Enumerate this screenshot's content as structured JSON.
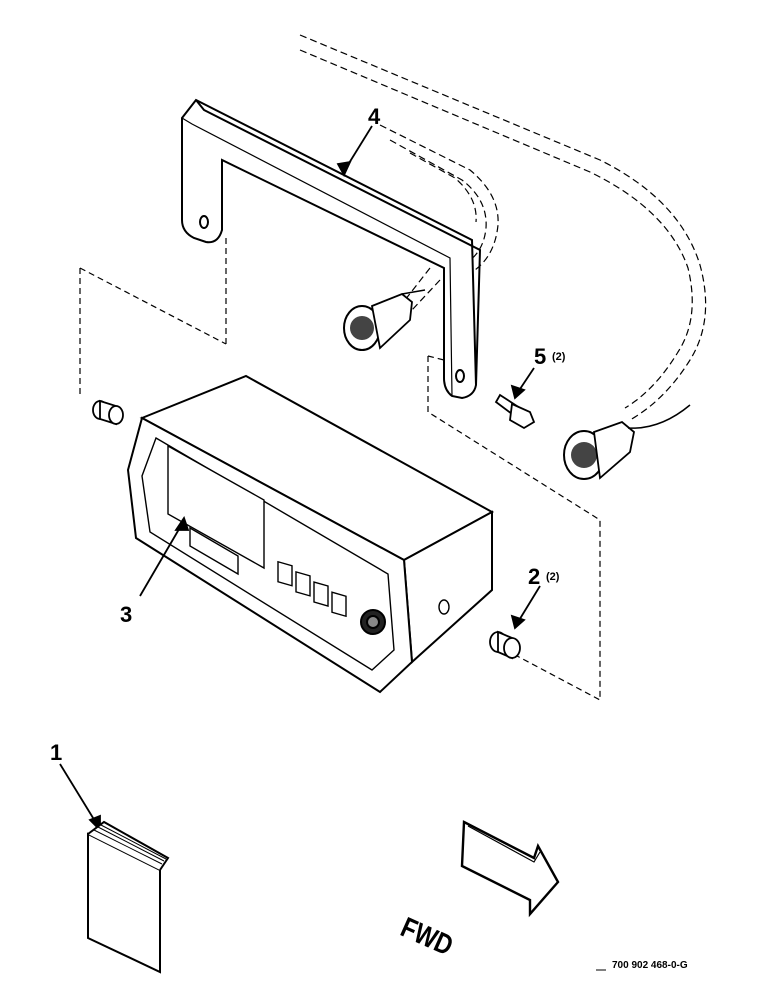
{
  "callouts": {
    "item1": "1",
    "item2": "2",
    "item2_qty": "(2)",
    "item3": "3",
    "item4": "4",
    "item5": "5",
    "item5_qty": "(2)"
  },
  "fwd_label": "FWD",
  "drawing_number": "700 902 468-0-G"
}
